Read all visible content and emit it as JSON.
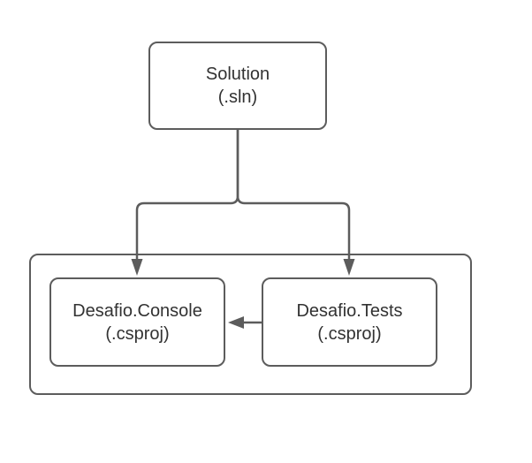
{
  "diagram": {
    "nodes": {
      "solution": {
        "line1": "Solution",
        "line2": "(.sln)"
      },
      "console": {
        "line1": "Desafio.Console",
        "line2": "(.csproj)"
      },
      "tests": {
        "line1": "Desafio.Tests",
        "line2": "(.csproj)"
      }
    },
    "edges": [
      {
        "from": "solution",
        "to": "console",
        "style": "arrow-down"
      },
      {
        "from": "solution",
        "to": "tests",
        "style": "arrow-down"
      },
      {
        "from": "tests",
        "to": "console",
        "style": "arrow-left"
      }
    ],
    "colors": {
      "stroke": "#5c5c5c",
      "text": "#323232",
      "background": "#ffffff",
      "node_fill": "#ffffff"
    }
  }
}
